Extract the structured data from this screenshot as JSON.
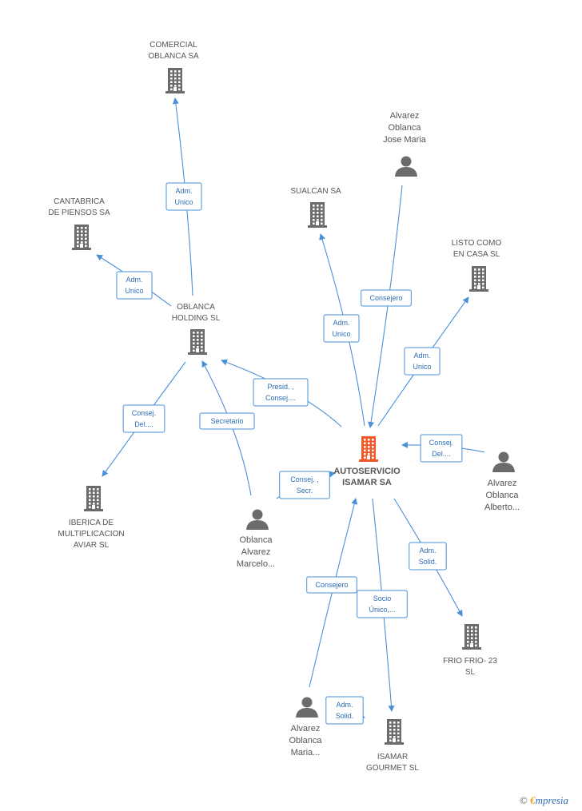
{
  "nodes": {
    "autoservicio": {
      "lines": [
        "AUTOSERVICIO",
        "ISAMAR SA"
      ],
      "kind": "company",
      "main": true,
      "color": "#f05a28"
    },
    "comercial": {
      "lines": [
        "COMERCIAL",
        "OBLANCA SA"
      ],
      "kind": "company"
    },
    "cantabrica": {
      "lines": [
        "CANTABRICA",
        "DE PIENSOS SA"
      ],
      "kind": "company"
    },
    "oblanca_holding": {
      "lines": [
        "OBLANCA",
        "HOLDING SL"
      ],
      "kind": "company"
    },
    "sualcan": {
      "lines": [
        "SUALCAN SA"
      ],
      "kind": "company"
    },
    "listo": {
      "lines": [
        "LISTO COMO",
        "EN CASA  SL"
      ],
      "kind": "company"
    },
    "iberica": {
      "lines": [
        "IBERICA DE",
        "MULTIPLICACION",
        "AVIAR SL"
      ],
      "kind": "company"
    },
    "frio": {
      "lines": [
        "FRIO FRIO- 23",
        "SL"
      ],
      "kind": "company"
    },
    "isamar_gourmet": {
      "lines": [
        "ISAMAR",
        "GOURMET  SL"
      ],
      "kind": "company"
    },
    "alvarez_jose": {
      "lines": [
        "Alvarez",
        "Oblanca",
        "Jose Maria"
      ],
      "kind": "person"
    },
    "alvarez_alberto": {
      "lines": [
        "Alvarez",
        "Oblanca",
        "Alberto..."
      ],
      "kind": "person"
    },
    "oblanca_marcelo": {
      "lines": [
        "Oblanca",
        "Alvarez",
        "Marcelo..."
      ],
      "kind": "person"
    },
    "alvarez_maria": {
      "lines": [
        "Alvarez",
        "Oblanca",
        "Maria..."
      ],
      "kind": "person"
    }
  },
  "edges": [
    {
      "id": "e1",
      "lines": [
        "Adm.",
        "Unico"
      ]
    },
    {
      "id": "e2",
      "lines": [
        "Adm.",
        "Unico"
      ]
    },
    {
      "id": "e3",
      "lines": [
        "Consej.",
        "Del...."
      ]
    },
    {
      "id": "e4",
      "lines": [
        "Secretario"
      ]
    },
    {
      "id": "e5",
      "lines": [
        "Presid. ,",
        "Consej...."
      ]
    },
    {
      "id": "e6",
      "lines": [
        "Adm.",
        "Unico"
      ]
    },
    {
      "id": "e7",
      "lines": [
        "Consejero"
      ]
    },
    {
      "id": "e8",
      "lines": [
        "Adm.",
        "Unico"
      ]
    },
    {
      "id": "e9",
      "lines": [
        "Consej.",
        "Del...."
      ]
    },
    {
      "id": "e10",
      "lines": [
        "Consej. ,",
        "Secr."
      ]
    },
    {
      "id": "e11",
      "lines": [
        "Adm.",
        "Solid."
      ]
    },
    {
      "id": "e12",
      "lines": [
        "Consejero"
      ]
    },
    {
      "id": "e13",
      "lines": [
        "Socio",
        "Único,..."
      ]
    },
    {
      "id": "e14",
      "lines": [
        "Adm.",
        "Solid."
      ]
    }
  ],
  "colors": {
    "edge": "#4a90d9",
    "company_icon": "#6b6b6b",
    "main_icon": "#f05a28",
    "person_icon": "#6b6b6b"
  },
  "brand": {
    "copyright": "©",
    "e": "€",
    "rest": "mpresia"
  }
}
